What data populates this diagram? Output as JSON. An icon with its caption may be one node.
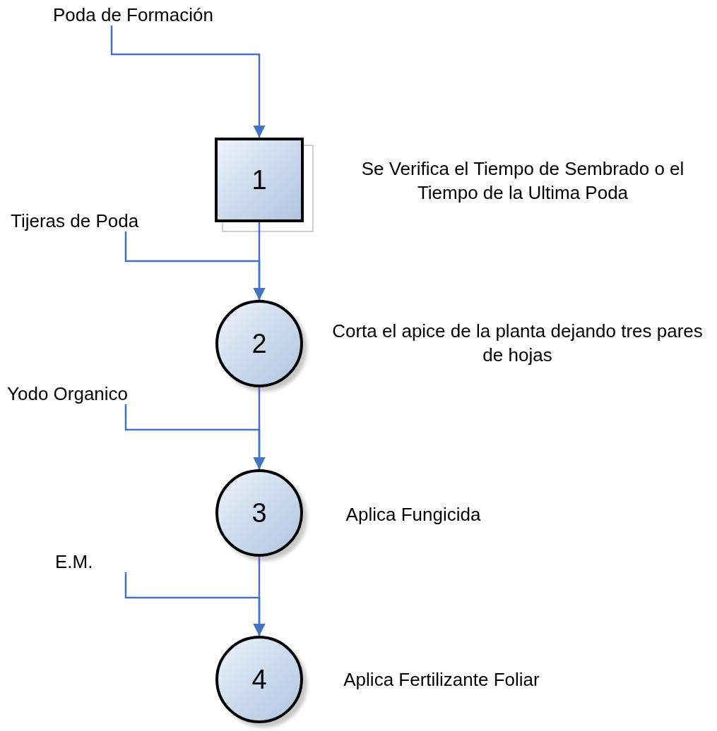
{
  "diagram": {
    "nodes": [
      {
        "text": [
          "Poda de Formación"
        ]
      },
      {
        "text": [
          "1"
        ],
        "beside": [
          "Se Verifica el Tiempo de Sembrado o el Tiempo de la Ultima Poda"
        ]
      },
      {
        "text": [
          "Tijeras de Poda"
        ]
      },
      {
        "text": [
          "2"
        ],
        "beside": [
          "Corta el apice de la planta dejando tres pares de hojas"
        ]
      },
      {
        "text": [
          "Yodo Organico"
        ]
      },
      {
        "text": [
          "3"
        ],
        "beside": [
          "Aplica Fungicida"
        ]
      },
      {
        "text": [
          "E.M."
        ]
      },
      {
        "text": [
          "4"
        ],
        "beside": [
          "Aplica Fertilizante Foliar"
        ]
      }
    ],
    "edges": [
      {
        "from": 0,
        "to": 1,
        "arrow": "to"
      },
      {
        "from": 1,
        "to": 3,
        "arrow": "to"
      },
      {
        "from": 2,
        "to": 3,
        "arrow": "to"
      },
      {
        "from": 3,
        "to": 5,
        "arrow": "to"
      },
      {
        "from": 4,
        "to": 5,
        "arrow": "to"
      },
      {
        "from": 5,
        "to": 7,
        "arrow": "to"
      },
      {
        "from": 6,
        "to": 7,
        "arrow": "to"
      }
    ]
  }
}
